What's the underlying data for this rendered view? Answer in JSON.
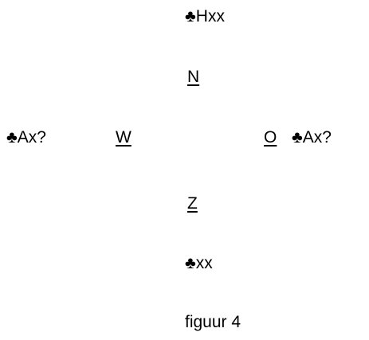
{
  "diagram": {
    "north": {
      "hand": "♣Hxx",
      "label": "N"
    },
    "west": {
      "hand": "♣Ax?",
      "label": "W"
    },
    "east": {
      "hand": "♣Ax?",
      "label": "O"
    },
    "south": {
      "hand": "♣xx",
      "label": "Z"
    },
    "caption": "figuur 4"
  }
}
